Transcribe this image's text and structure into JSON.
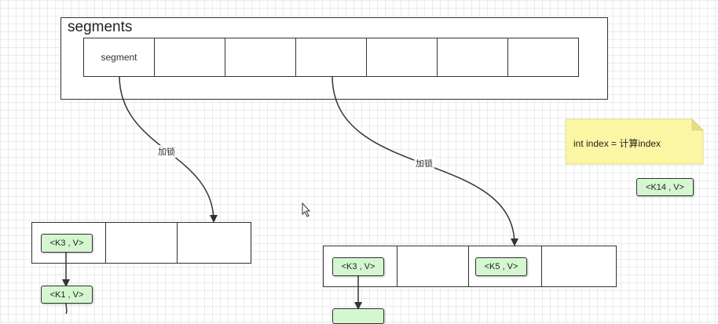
{
  "container": {
    "title": "segments"
  },
  "segment_cells": [
    {
      "label": "segment"
    },
    {
      "label": ""
    },
    {
      "label": ""
    },
    {
      "label": ""
    },
    {
      "label": ""
    },
    {
      "label": ""
    },
    {
      "label": ""
    }
  ],
  "edges": [
    {
      "label": "加锁"
    },
    {
      "label": "加锁"
    }
  ],
  "note": {
    "text": "int index = 计算index",
    "color": "#fbf6a4"
  },
  "nodes": {
    "left_k3": "<K3 , V>",
    "left_k1": "<K1 , V>",
    "right_k3": "<K3 , V>",
    "right_k5": "<K5 , V>",
    "lone_k14": "<K14 , V>"
  },
  "colors": {
    "node_fill": "#d4f7d0",
    "border": "#333333",
    "note_fill": "#fbf6a4"
  }
}
